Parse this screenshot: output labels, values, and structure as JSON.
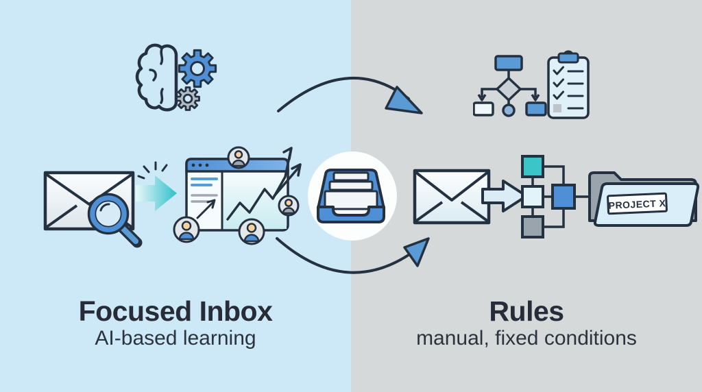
{
  "panels": {
    "left": {
      "title": "Focused Inbox",
      "subtitle": "AI-based learning",
      "bg_color": "#cde8f6",
      "icons": [
        "brain-gears-icon",
        "envelope-magnifier-icon",
        "glow-arrow-icon",
        "analytics-window-icon"
      ]
    },
    "right": {
      "title": "Rules",
      "subtitle": "manual, fixed conditions",
      "bg_color": "#d6d9da",
      "folder_label": "PROJECT X",
      "icons": [
        "flowchart-icon",
        "checklist-clipboard-icon",
        "envelope-icon",
        "block-arrow-icon",
        "rule-blocks-icon",
        "project-folder-icon"
      ]
    },
    "center": {
      "icon": "inbox-tray-icon"
    }
  },
  "colors": {
    "outline": "#243140",
    "accent_blue": "#4f8fd6",
    "teal": "#3cc5c9",
    "neutral_gray": "#9aa4ac",
    "heading_text": "#262d38",
    "left_bg": "#cde8f6",
    "right_bg": "#d6d9da"
  }
}
